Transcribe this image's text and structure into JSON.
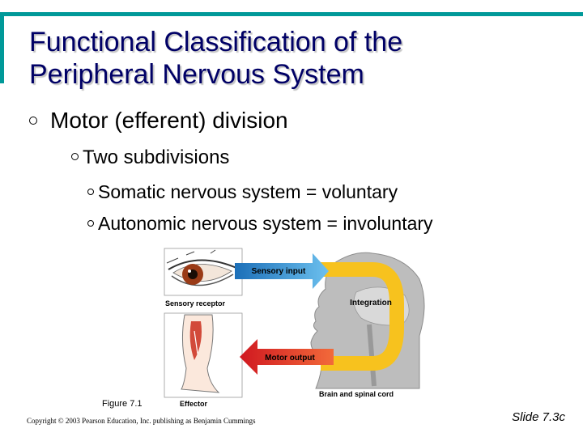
{
  "slide": {
    "title_line1": "Functional Classification of the",
    "title_line2": "Peripheral Nervous System",
    "bullets": [
      "Motor (efferent) division",
      "Two subdivisions",
      "Somatic nervous system = voluntary",
      "Autonomic nervous system = involuntary"
    ],
    "accent_color": "#009999",
    "title_color": "#000066"
  },
  "figure": {
    "labels": {
      "sensory_input": "Sensory input",
      "integration": "Integration",
      "motor_output": "Motor output",
      "sensory_receptor": "Sensory receptor",
      "effector": "Effector",
      "brain": "Brain and spinal cord"
    },
    "caption": "Figure 7.1",
    "colors": {
      "arrow_blue": "#3a9bd9",
      "arrow_yellow": "#f7c21e",
      "arrow_red": "#e8202a"
    }
  },
  "footer": {
    "copyright": "Copyright © 2003 Pearson Education, Inc. publishing as Benjamin Cummings",
    "slide_number": "Slide 7.3c"
  }
}
